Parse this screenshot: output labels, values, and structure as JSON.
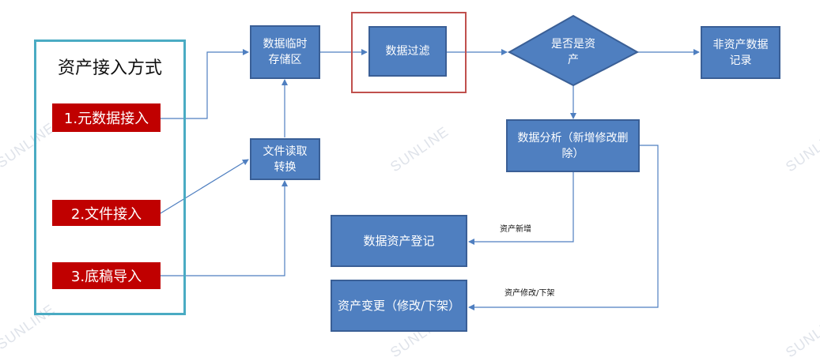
{
  "watermark": "SUNLINE",
  "source": {
    "title": "资产接入方式",
    "items": [
      {
        "label": "1.元数据接入"
      },
      {
        "label": "2.文件接入"
      },
      {
        "label": "3.底稿导入"
      }
    ]
  },
  "nodes": {
    "staging": [
      "数据临时",
      "存储区"
    ],
    "file_convert": [
      "文件读取",
      "转换"
    ],
    "filter": "数据过滤",
    "decision": [
      "是否是资",
      "产"
    ],
    "non_asset": [
      "非资产数据",
      "记录"
    ],
    "analysis": [
      "数据分析（新增修改删",
      "除）"
    ],
    "register": "数据资产登记",
    "change": "资产变更（修改/下架）"
  },
  "edges": {
    "new_label": "资产新增",
    "modify_label": "资产修改/下架"
  },
  "colors": {
    "node_fill": "#4f7fc0",
    "source_tag": "#c00000",
    "frame": "#4aabc3",
    "highlight": "#c0504d"
  }
}
